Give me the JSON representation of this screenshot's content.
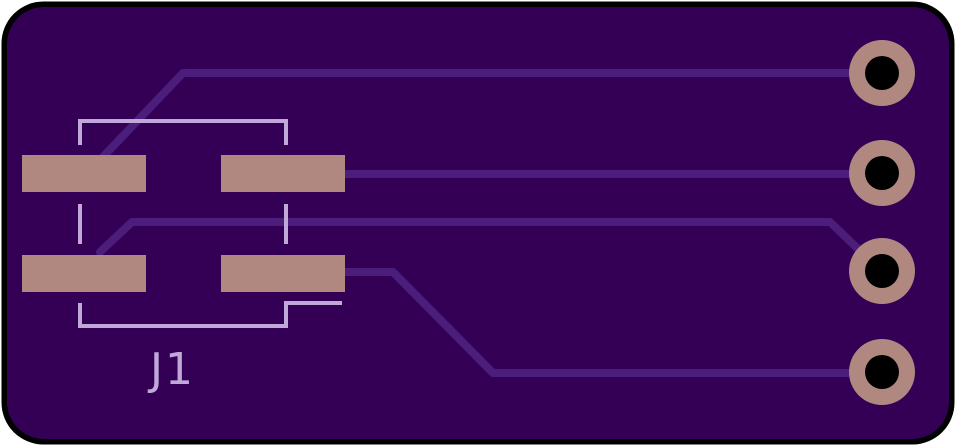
{
  "board": {
    "designator": "J1",
    "pad_count": 4,
    "through_hole_count": 4,
    "trace_count": 4
  },
  "colors": {
    "outline": "#000000",
    "substrate": "#330055",
    "trace": "#4a1e7a",
    "pad": "#b08880",
    "drill": "#000000",
    "silkscreen": "#c0a8d8"
  }
}
